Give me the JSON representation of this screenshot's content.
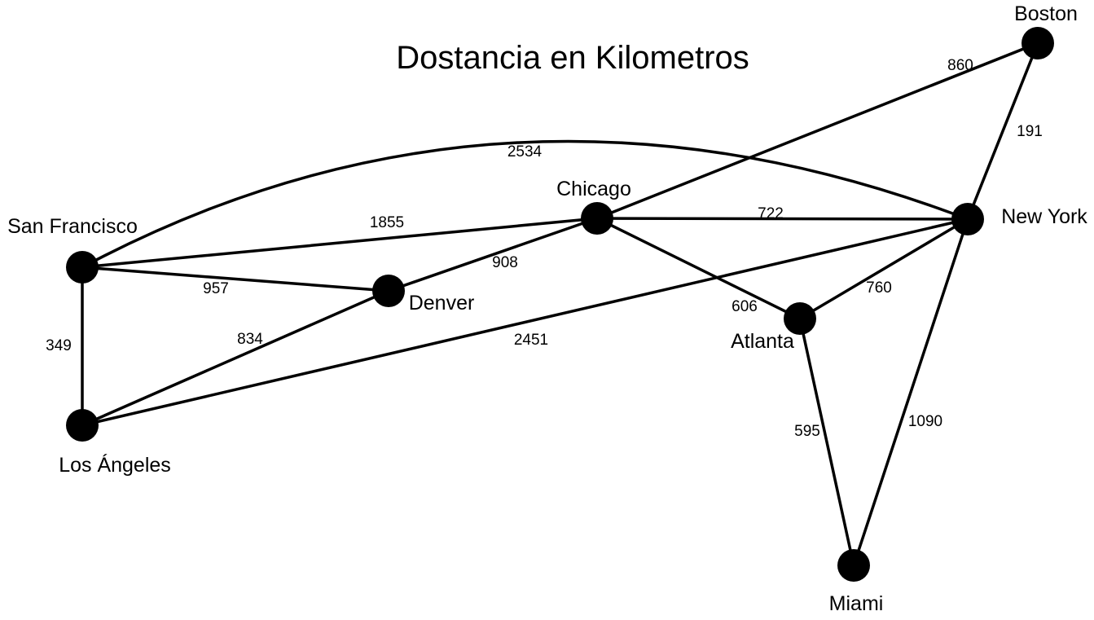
{
  "title": "Dostancia en Kilometros",
  "nodes": [
    {
      "id": "boston",
      "label": "Boston"
    },
    {
      "id": "newyork",
      "label": "New York"
    },
    {
      "id": "chicago",
      "label": "Chicago"
    },
    {
      "id": "sanfrancisco",
      "label": "San Francisco"
    },
    {
      "id": "denver",
      "label": "Denver"
    },
    {
      "id": "losangeles",
      "label": "Los Ángeles"
    },
    {
      "id": "atlanta",
      "label": "Atlanta"
    },
    {
      "id": "miami",
      "label": "Miami"
    }
  ],
  "edges": [
    {
      "id": "chicago-boston",
      "from": "Chicago",
      "to": "Boston",
      "weight": "860"
    },
    {
      "id": "boston-newyork",
      "from": "Boston",
      "to": "New York",
      "weight": "191"
    },
    {
      "id": "sanfrancisco-newyork",
      "from": "San Francisco",
      "to": "New York",
      "weight": "2534"
    },
    {
      "id": "sanfrancisco-chicago",
      "from": "San Francisco",
      "to": "Chicago",
      "weight": "1855"
    },
    {
      "id": "chicago-newyork",
      "from": "Chicago",
      "to": "New York",
      "weight": "722"
    },
    {
      "id": "denver-chicago",
      "from": "Denver",
      "to": "Chicago",
      "weight": "908"
    },
    {
      "id": "sanfrancisco-denver",
      "from": "San Francisco",
      "to": "Denver",
      "weight": "957"
    },
    {
      "id": "chicago-atlanta",
      "from": "Chicago",
      "to": "Atlanta",
      "weight": "606"
    },
    {
      "id": "atlanta-newyork",
      "from": "Atlanta",
      "to": "New York",
      "weight": "760"
    },
    {
      "id": "sanfrancisco-losangeles",
      "from": "San Francisco",
      "to": "Los Ángeles",
      "weight": "349"
    },
    {
      "id": "losangeles-denver",
      "from": "Los Ángeles",
      "to": "Denver",
      "weight": "834"
    },
    {
      "id": "losangeles-newyork",
      "from": "Los Ángeles",
      "to": "New York",
      "weight": "2451"
    },
    {
      "id": "atlanta-miami",
      "from": "Atlanta",
      "to": "Miami",
      "weight": "595"
    },
    {
      "id": "newyork-miami",
      "from": "New York",
      "to": "Miami",
      "weight": "1090"
    }
  ]
}
